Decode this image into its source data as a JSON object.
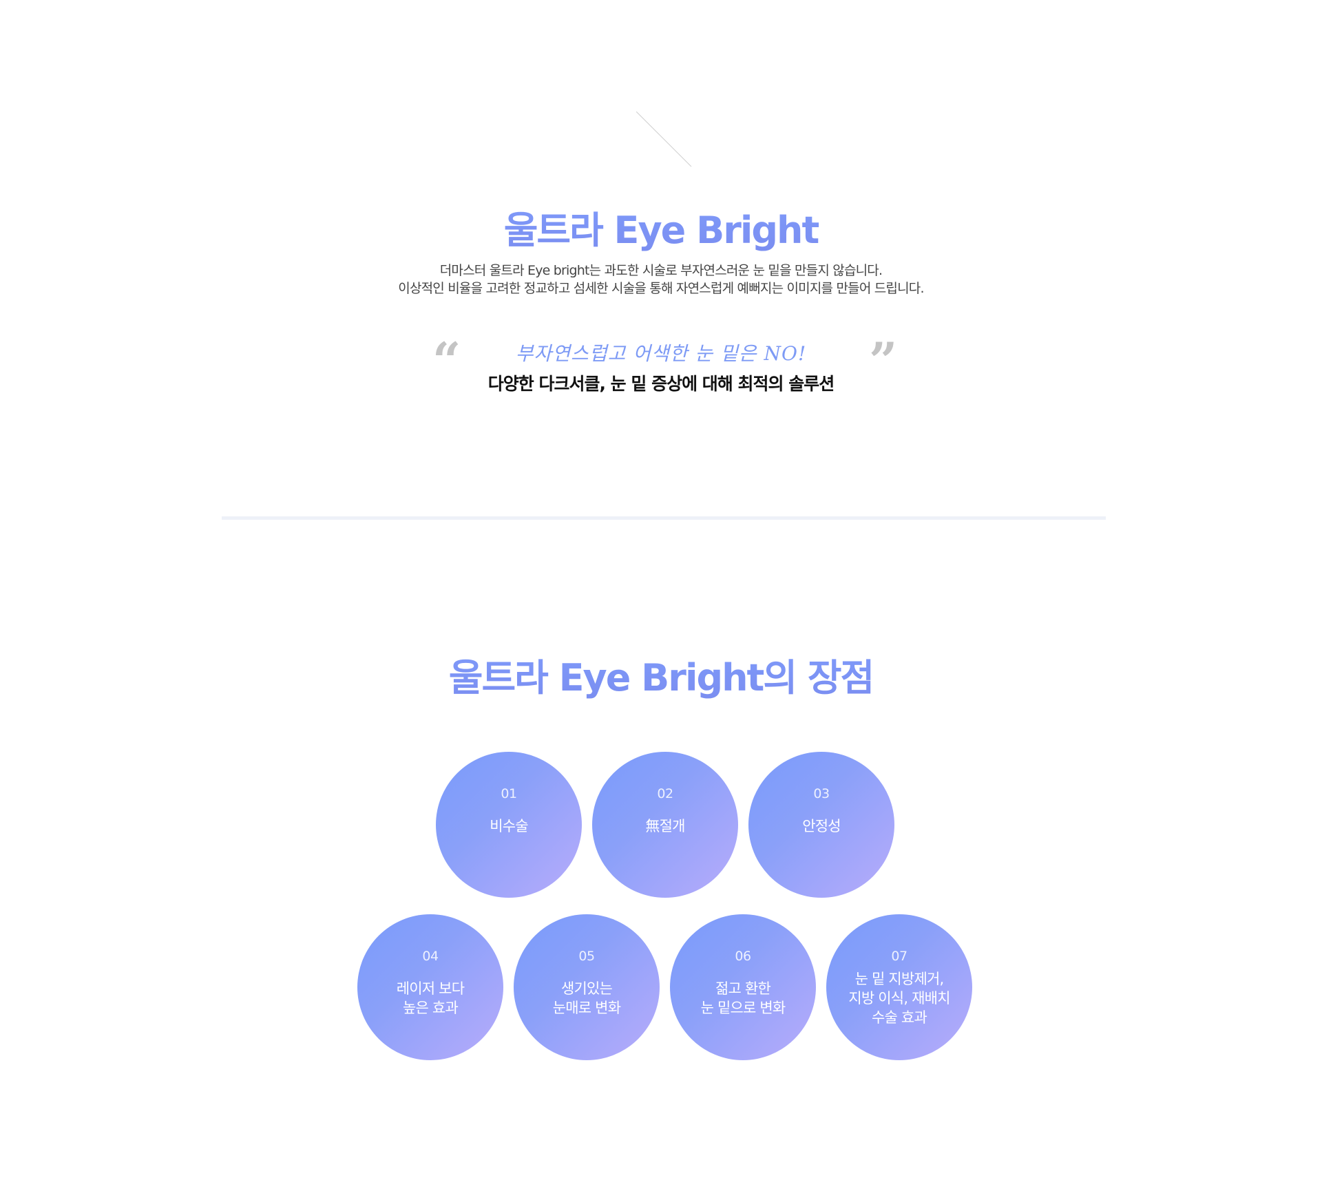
{
  "intro": {
    "title": "울트라 Eye Bright",
    "desc_line1": "더마스터 울트라 Eye bright는 과도한 시술로 부자연스러운 눈 밑을 만들지 않습니다.",
    "desc_line2": "이상적인 비율을 고려한 정교하고 섬세한 시술을 통해 자연스럽게 예뻐지는 이미지를 만들어 드립니다.",
    "quote_open": "“",
    "quote_close": "”",
    "quote_script": "부자연스럽고 어색한 눈 밑은 NO!",
    "quote_main": "다양한 다크서클, 눈 밑 증상에 대해 최적의 솔루션"
  },
  "advantages": {
    "title": "울트라 Eye Bright의 장점",
    "items": [
      {
        "num": "01",
        "lines": [
          "비수술"
        ]
      },
      {
        "num": "02",
        "lines": [
          "無절개"
        ]
      },
      {
        "num": "03",
        "lines": [
          "안정성"
        ]
      },
      {
        "num": "04",
        "lines": [
          "레이저 보다",
          "높은 효과"
        ]
      },
      {
        "num": "05",
        "lines": [
          "생기있는",
          "눈매로 변화"
        ]
      },
      {
        "num": "06",
        "lines": [
          "젊고 환한",
          "눈 밑으로 변화"
        ]
      },
      {
        "num": "07",
        "lines": [
          "눈 밑 지방제거,",
          "지방 이식, 재배치",
          "수술 효과"
        ]
      }
    ]
  },
  "colors": {
    "accent": "#7b95f5",
    "circle_start": "#7a9bfb",
    "circle_end": "#b8acfb"
  }
}
